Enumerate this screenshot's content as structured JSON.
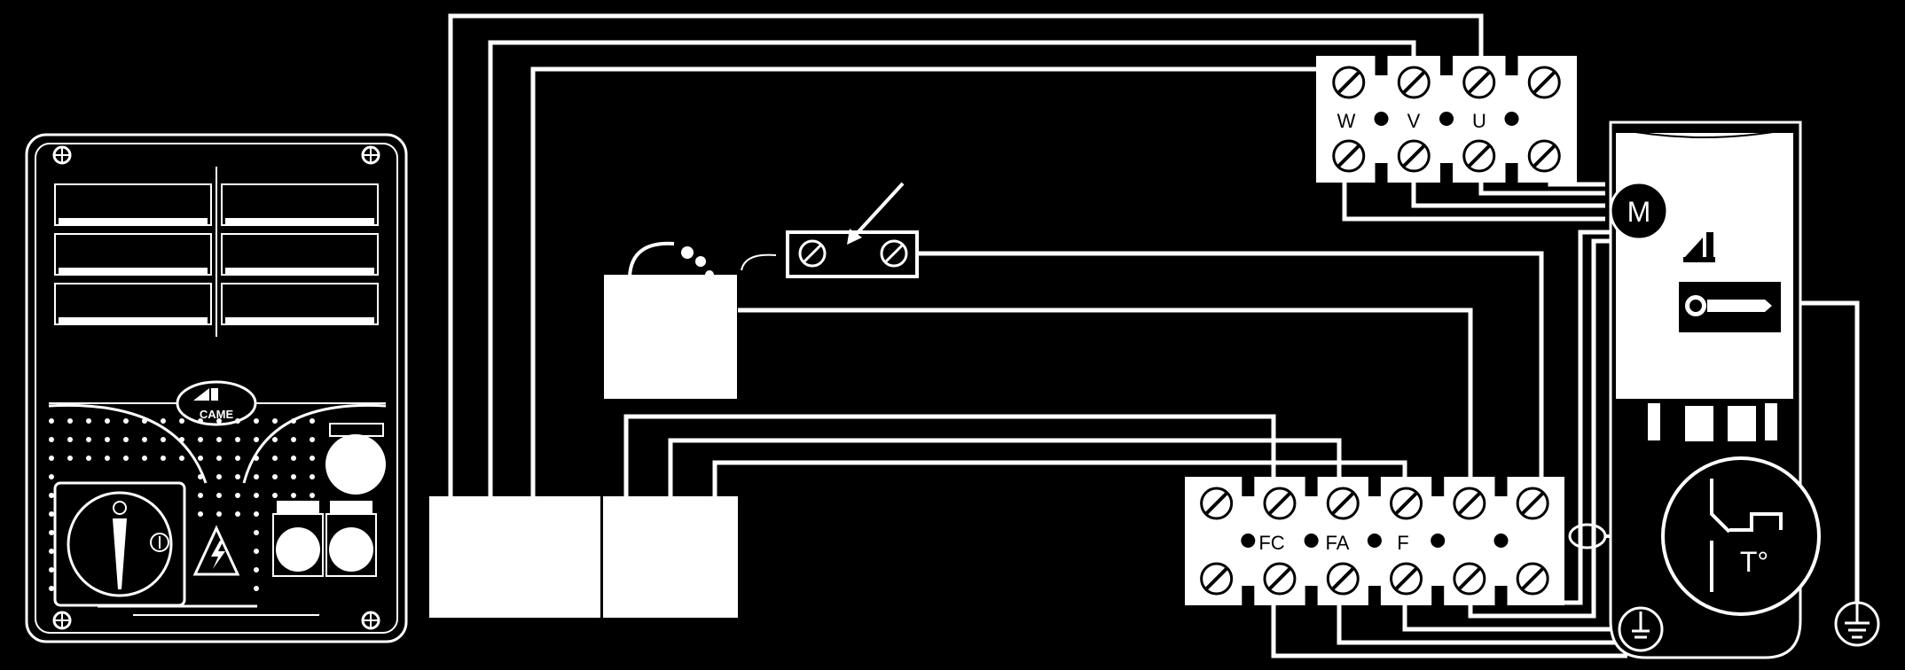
{
  "motor_terminal": {
    "labels": [
      "W",
      "V",
      "U"
    ]
  },
  "limit_terminal": {
    "labels": [
      "FC",
      "FA",
      "F"
    ]
  },
  "motor_symbol": {
    "label": "M"
  },
  "thermal_symbol": {
    "label": "T°"
  },
  "brand": {
    "logo_text": "CAME"
  },
  "colors": {
    "background": "#000000",
    "foreground": "#ffffff"
  }
}
